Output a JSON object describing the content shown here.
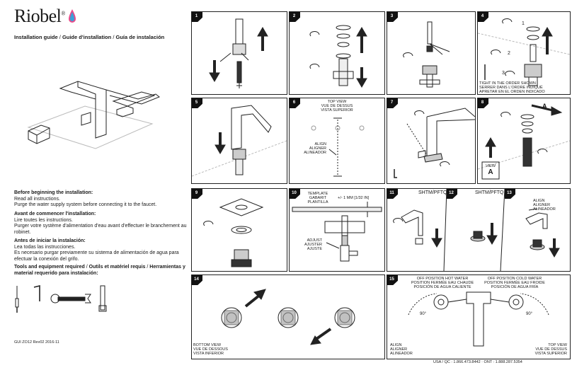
{
  "brand": {
    "logo_text": "Riobel",
    "registered": "®"
  },
  "title": {
    "part1": "Installation guide",
    "sep": " / ",
    "part2": "Guide d'installation",
    "part3": "Guía de instalación"
  },
  "sections": [
    {
      "heading": "Before beginning the installation:",
      "lines": [
        "Read all instructions.",
        "Purge the water supply system before connecting it to the faucet."
      ]
    },
    {
      "heading": "Avant de commencer l'installation:",
      "lines": [
        "Lire toutes les instructions.",
        "Purger votre système d'alimentation d'eau avant d'effectuer le branchement au robinet."
      ]
    },
    {
      "heading": "Antes de iniciar la instalación:",
      "lines": [
        "Lea todas las instrucciones.",
        "Es necesario purgar previamente su sistema de alimentación de agua para efectuar la conexión del grifo."
      ]
    }
  ],
  "tools_heading": {
    "part1": "Tools and equipment required",
    "part2": "Outils et matériel requis",
    "part3": "Herramientas y material requerido para instalación:"
  },
  "footer": {
    "doc_code": "GUI ZO12 Rev02 2016-11",
    "contact": "USA / QC : 1.866.473.8442 · ONT : 1.888.287.5354"
  },
  "panels": {
    "p1": {
      "num": "1"
    },
    "p2": {
      "num": "2"
    },
    "p3": {
      "num": "3"
    },
    "p4": {
      "num": "4",
      "c1": "1",
      "c2": "2",
      "c3": "3",
      "note": [
        "TIGHT IN THE ORDER SHOWN",
        "SERRER DANS L'ORDRE INDIQUÉ",
        "APRETAR EN EL ORDEN INDICADO"
      ]
    },
    "p5": {
      "num": "5"
    },
    "p6": {
      "num": "6",
      "top": [
        "TOP VIEW",
        "VUE DE DESSUS",
        "VISTA SUPERIOR"
      ],
      "align": [
        "ALIGN",
        "ALIGNER",
        "ALINEADOR"
      ]
    },
    "p7": {
      "num": "7"
    },
    "p8": {
      "num": "8",
      "arrow_letter": "A",
      "view": [
        "VIEW",
        "A"
      ]
    },
    "p9": {
      "num": "9"
    },
    "p10": {
      "num": "10",
      "template": [
        "TEMPLATE",
        "GABARIT",
        "PLANTILLA"
      ],
      "dim": "+/- 1 mm [1/32 in]",
      "adjust": [
        "ADJUST",
        "AJUSTER",
        "AJUSTE"
      ]
    },
    "p11": {
      "num": "11",
      "tag": "SHTM/PFTQ"
    },
    "p12": {
      "num": "12",
      "tag": "SHTM/PFTQ"
    },
    "p13": {
      "num": "13",
      "align": [
        "ALIGN",
        "ALIGNER",
        "ALINEADOR"
      ]
    },
    "p14": {
      "num": "14",
      "bottom": [
        "BOTTOM VIEW",
        "VUE DE DESSOUS",
        "VISTA INFERIOR"
      ]
    },
    "p15": {
      "num": "15",
      "hot": [
        "OFF POSITION HOT WATER",
        "POSITION FERMÉE EAU CHAUDE",
        "POSICIÓN DE AGUA CALIENTE"
      ],
      "cold": [
        "OFF POSITION COLD WATER",
        "POSITION FERMÉE EAU FROIDE",
        "POSICIÓN DE AGUA FRÍA"
      ],
      "deg_left": "90°",
      "deg_right": "90°",
      "align": [
        "ALIGN",
        "ALIGNER",
        "ALINEADOR"
      ],
      "top": [
        "TOP VIEW",
        "VUE DE DESSUS",
        "VISTA SUPERIOR"
      ]
    }
  }
}
